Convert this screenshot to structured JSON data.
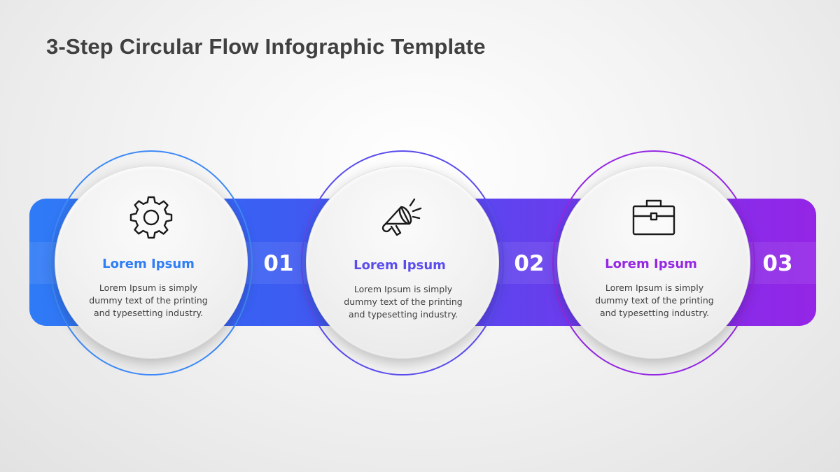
{
  "title": "3-Step Circular Flow Infographic Template",
  "colors": {
    "step1": "#2f7ef5",
    "step2": "#5b4ded",
    "step3": "#9528e3",
    "band_start": "#2f7bf6",
    "band_end": "#9525e6"
  },
  "steps": [
    {
      "number": "01",
      "heading": "Lorem Ipsum",
      "text": "Lorem Ipsum is simply dummy text of the printing and typesetting industry.",
      "icon": "gear-icon"
    },
    {
      "number": "02",
      "heading": "Lorem Ipsum",
      "text": "Lorem Ipsum is simply dummy text of the printing and typesetting industry.",
      "icon": "megaphone-icon"
    },
    {
      "number": "03",
      "heading": "Lorem Ipsum",
      "text": "Lorem Ipsum is simply dummy text of the printing and typesetting industry.",
      "icon": "briefcase-icon"
    }
  ]
}
